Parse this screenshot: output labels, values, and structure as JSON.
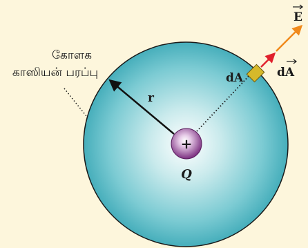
{
  "labels": {
    "surface_line1": "கோளக",
    "surface_line2": "காஸியன் பரப்பு",
    "radius": "r",
    "charge_sign": "+",
    "charge": "Q",
    "area_element": "dA",
    "area_vector": "dA",
    "field_vector": "E"
  },
  "colors": {
    "background": "#fdf6dc",
    "sphere_center": "#ffffff",
    "sphere_edge": "#46aebb",
    "sphere_outline": "#1a1a1a",
    "charge_fill": "#8a3d8e",
    "patch_fill": "#d6b92a",
    "area_vector_arrow": "#e0202c",
    "field_vector_arrow": "#f08a1c",
    "radius_arrow": "#111111"
  }
}
